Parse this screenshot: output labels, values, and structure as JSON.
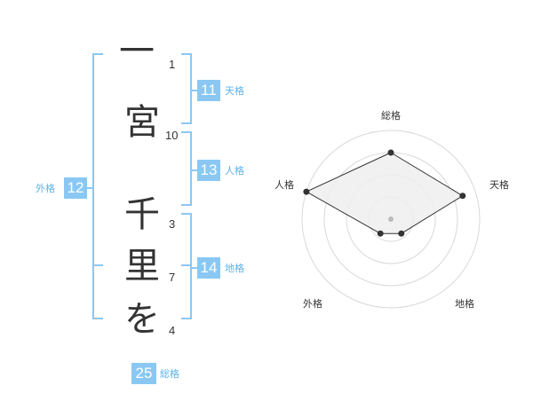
{
  "name_chars": [
    "一",
    "宮",
    "千",
    "里",
    "を"
  ],
  "strokes": [
    "1",
    "10",
    "3",
    "7",
    "4"
  ],
  "scores": {
    "tenkaku": {
      "value": "11",
      "label": "天格"
    },
    "jinkaku": {
      "value": "13",
      "label": "人格"
    },
    "chikaku": {
      "value": "14",
      "label": "地格"
    },
    "gaikaku": {
      "value": "12",
      "label": "外格"
    },
    "soukaku": {
      "value": "25",
      "label": "総格"
    }
  },
  "radar": {
    "axes": [
      "総格",
      "天格",
      "地格",
      "外格",
      "人格"
    ],
    "values": [
      0.75,
      0.85,
      0.2,
      0.2,
      1.0
    ],
    "rings": 4
  },
  "colors": {
    "accent": "#8ac8f3",
    "label": "#5bb3e8",
    "text": "#333333",
    "ring": "#d9d9d9",
    "fill": "#eeeeee"
  }
}
